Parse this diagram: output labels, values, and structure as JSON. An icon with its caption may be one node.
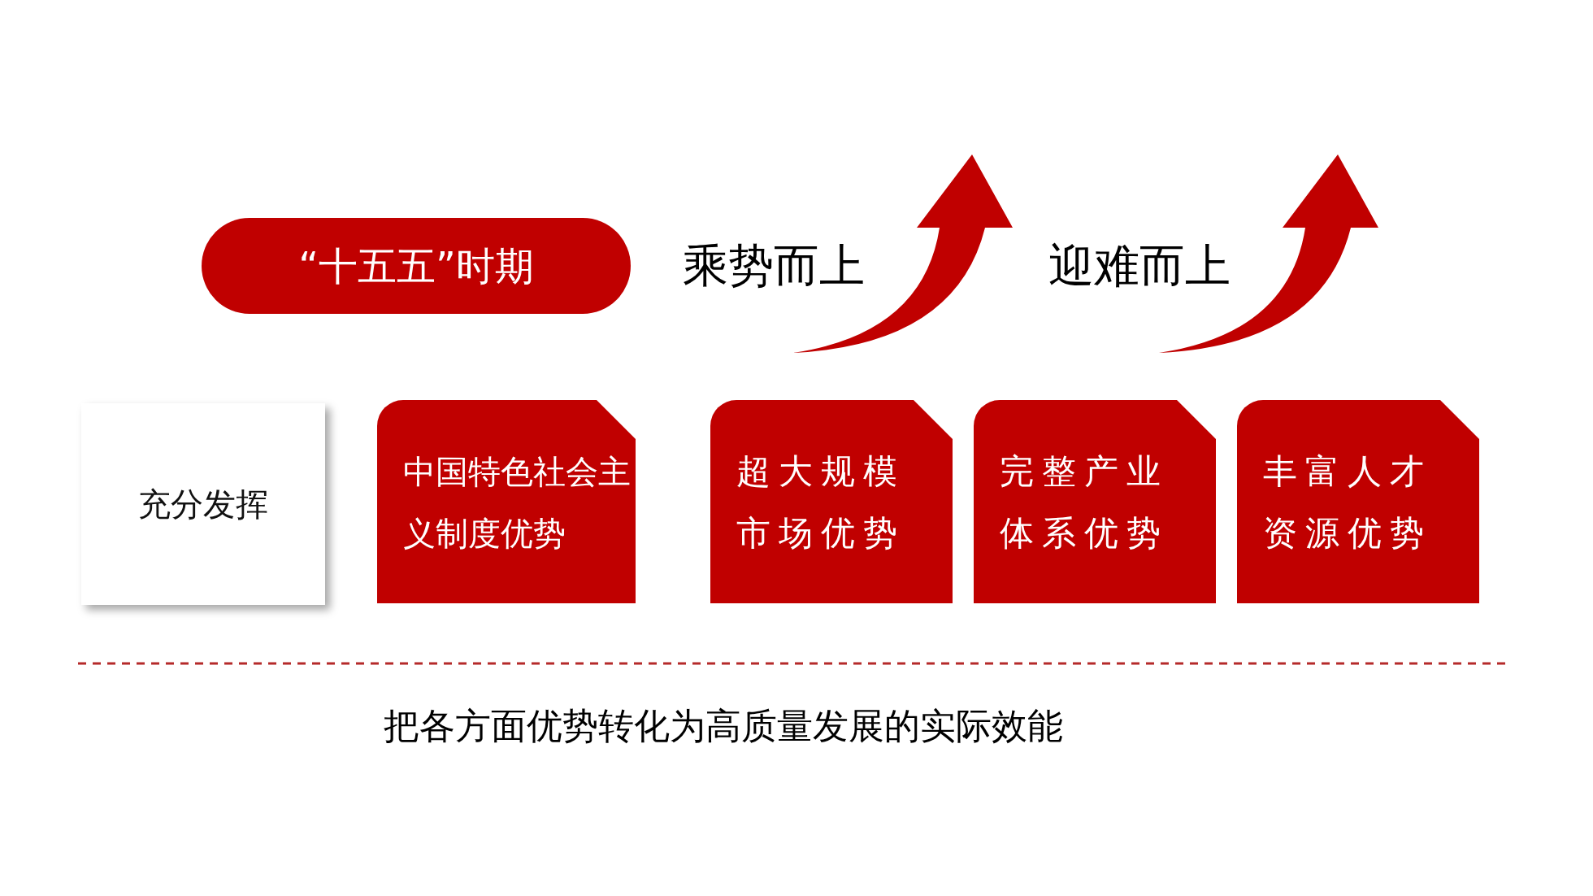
{
  "diagram": {
    "nodes": [
      {
        "text": [
          "“十五五”时期"
        ]
      },
      {
        "text": [
          "充分发挥"
        ]
      },
      {
        "text": [
          "中国特色社会主义制度优势"
        ]
      },
      {
        "text": [
          "超大规模市场优势"
        ]
      },
      {
        "text": [
          "完整产业体系优势"
        ]
      },
      {
        "text": [
          "丰富人才资源优势"
        ]
      }
    ],
    "labels": [
      "乘势而上",
      "迎难而上",
      "把各方面优势转化为高质量发展的实际效能"
    ]
  }
}
